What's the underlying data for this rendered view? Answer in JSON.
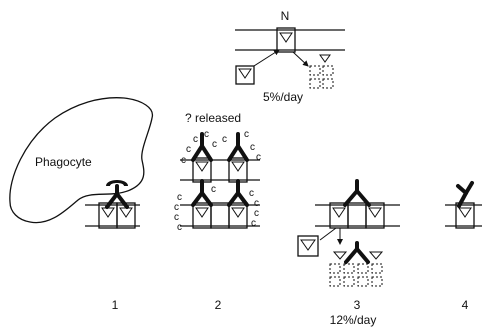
{
  "labels": {
    "top_marker": "N",
    "rate_top": "5%/day",
    "released": "? released",
    "phagocyte": "Phagocyte",
    "rate_bottom": "12%/day",
    "complement": "c"
  },
  "panels": [
    "1",
    "2",
    "3",
    "4"
  ]
}
